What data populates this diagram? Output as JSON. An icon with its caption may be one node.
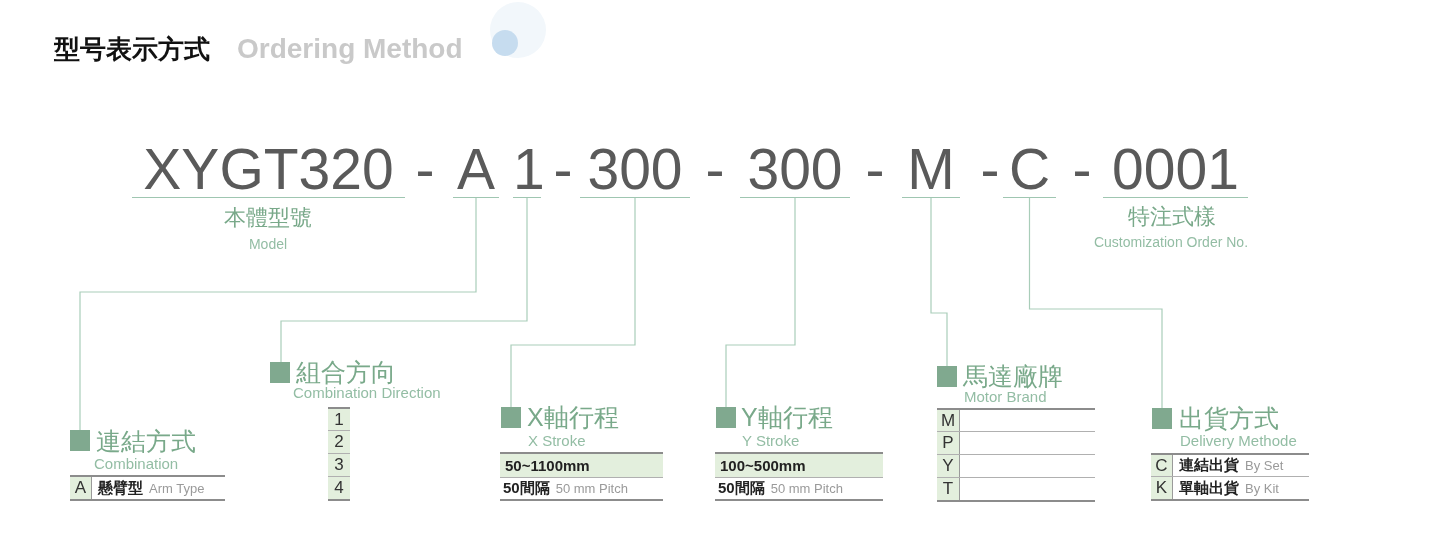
{
  "diagram": {
    "title": "型号表示方式",
    "nodes": [
      {
        "text": [
          "XYGT320"
        ],
        "beside": [
          "本體型號",
          "Model"
        ]
      },
      {
        "text": [
          "A"
        ]
      },
      {
        "text": [
          "1"
        ]
      },
      {
        "text": [
          "300"
        ]
      },
      {
        "text": [
          "300"
        ]
      },
      {
        "text": [
          "M"
        ]
      },
      {
        "text": [
          "C"
        ]
      },
      {
        "text": [
          "0001"
        ],
        "beside": [
          "特注式樣",
          "Customization Order No."
        ]
      },
      {
        "text": [
          "連結方式",
          "Combination"
        ]
      },
      {
        "text": [
          "A",
          "懸臂型",
          "Arm Type"
        ]
      },
      {
        "text": [
          "組合方向",
          "Combination Direction"
        ]
      },
      {
        "text": [
          "1"
        ]
      },
      {
        "text": [
          "2"
        ]
      },
      {
        "text": [
          "3"
        ]
      },
      {
        "text": [
          "4"
        ]
      },
      {
        "text": [
          "X軸行程",
          "X Stroke"
        ]
      },
      {
        "text": [
          "50~1100mm"
        ]
      },
      {
        "text": [
          "50間隔",
          "50 mm Pitch"
        ]
      },
      {
        "text": [
          "Y軸行程",
          "Y Stroke"
        ]
      },
      {
        "text": [
          "100~500mm"
        ]
      },
      {
        "text": [
          "50間隔",
          "50 mm Pitch"
        ]
      },
      {
        "text": [
          "馬達廠牌",
          "Motor Brand"
        ]
      },
      {
        "text": [
          "M"
        ]
      },
      {
        "text": [
          "P"
        ]
      },
      {
        "text": [
          "Y"
        ]
      },
      {
        "text": [
          "T"
        ]
      },
      {
        "text": [
          "出貨方式",
          "Delivery Methode"
        ]
      },
      {
        "text": [
          "C",
          "連結出貨",
          "By Set"
        ]
      },
      {
        "text": [
          "K",
          "單軸出貨",
          "By Kit"
        ]
      }
    ],
    "edges": [
      {
        "from": 1,
        "to": 8,
        "arrow": "none"
      },
      {
        "from": 2,
        "to": 10,
        "arrow": "none"
      },
      {
        "from": 3,
        "to": 15,
        "arrow": "none"
      },
      {
        "from": 4,
        "to": 18,
        "arrow": "none"
      },
      {
        "from": 5,
        "to": 21,
        "arrow": "none"
      },
      {
        "from": 6,
        "to": 26,
        "arrow": "none"
      }
    ],
    "labels": [
      "Ordering Method",
      "-",
      "-",
      "-",
      "-",
      "-",
      "-"
    ]
  }
}
